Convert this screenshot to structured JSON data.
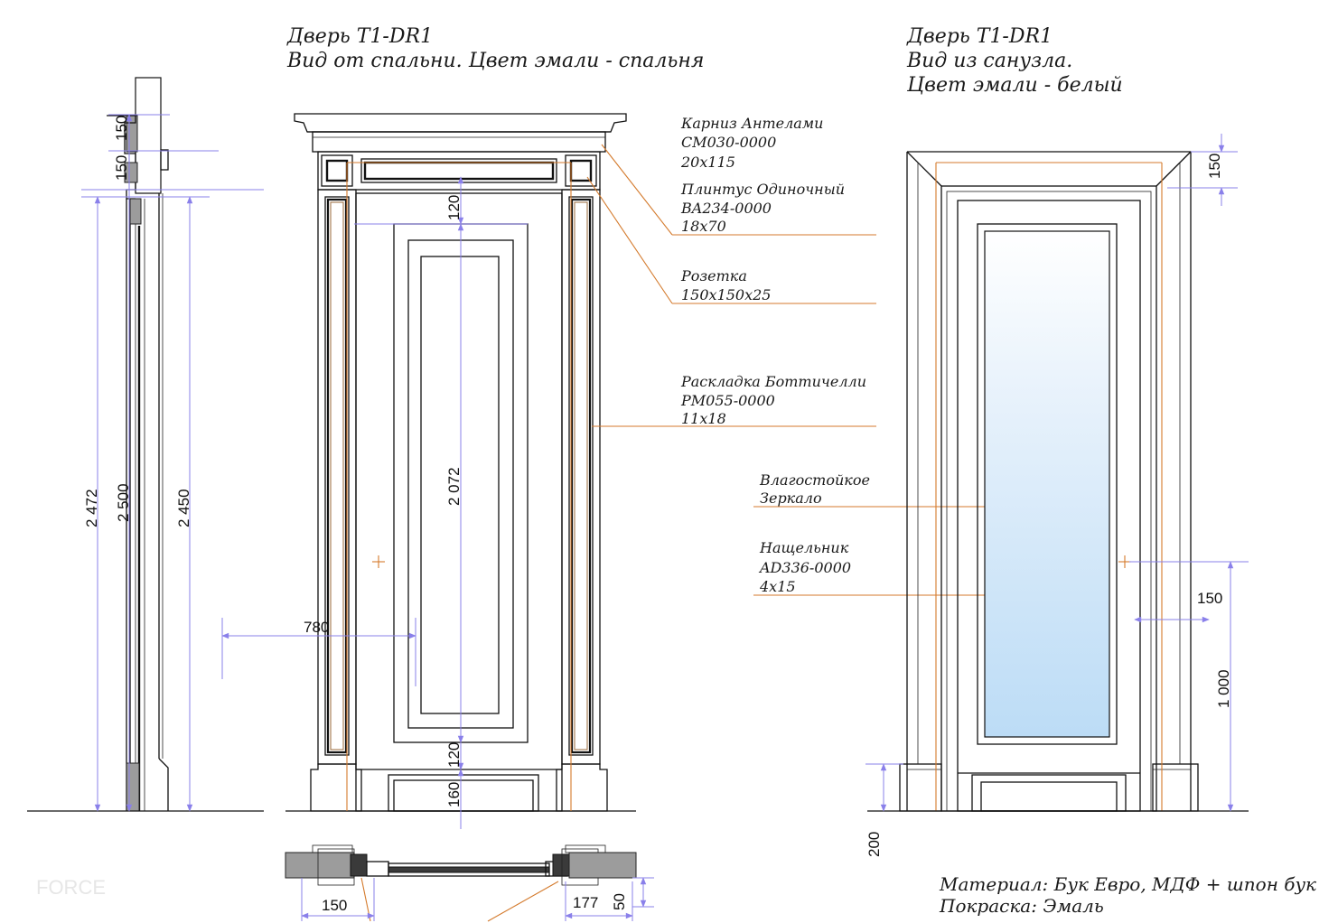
{
  "left_view": {
    "title_line1": "Дверь Т1-DR1",
    "title_line2": "Вид от спальни. Цвет эмали - спальня"
  },
  "right_view": {
    "title_line1": "Дверь Т1-DR1",
    "title_line2": "Вид из санузла.",
    "title_line3": "Цвет эмали - белый"
  },
  "callouts": [
    {
      "lines": [
        "Карниз Антелами",
        "CM030-0000",
        " 20х115"
      ]
    },
    {
      "lines": [
        "Плинтус Одиночный",
        "BA234-0000",
        "18х70"
      ]
    },
    {
      "lines": [
        "Розетка",
        "150х150х25"
      ]
    },
    {
      "lines": [
        "Раскладка Боттичелли",
        "PM055-0000",
        "11х18"
      ]
    },
    {
      "lines": [
        "Влагостойкое",
        "Зеркало"
      ]
    },
    {
      "lines": [
        "Нащельник",
        "AD336-0000",
        "4х15"
      ]
    }
  ],
  "dimensions": {
    "side_top_a": "150",
    "side_top_b": "150",
    "side_total": "2 472",
    "side_opening": "2 500",
    "side_frame": "2 450",
    "door_top_rail": "120",
    "door_leaf": "2 072",
    "door_bottom_rail": "120",
    "door_plinth": "160",
    "width": "780",
    "plan_left": "150",
    "plan_right": "177",
    "plan_depth": "50",
    "right_top": "150",
    "right_trim": "150",
    "right_handle": "1 000",
    "right_base": "200"
  },
  "notes": {
    "material": "Материал: Бук Евро, МДФ + шпон бук",
    "finish": "Покраска: Эмаль"
  },
  "watermark": "FORCE",
  "colors": {
    "line": "#111111",
    "dimension": "#8a80ea",
    "leader": "#d47a2c",
    "mirror_top": "#ffffff",
    "mirror_bottom": "#bcdcf6"
  }
}
